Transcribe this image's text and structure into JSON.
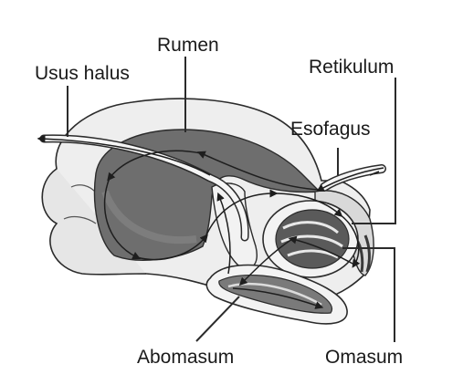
{
  "labels": {
    "rumen": "Rumen",
    "usus_halus": "Usus halus",
    "retikulum": "Retikulum",
    "esofagus": "Esofagus",
    "abomasum": "Abomasum",
    "omasum": "Omasum"
  },
  "colors": {
    "outline": "#2b2b2b",
    "outer_wall": "#eeeeee",
    "rumen_cavity": "#6e6e6e",
    "rumen_floor": "#8a8a8a",
    "omasum_fill": "#5a5a5a",
    "abomasum_fill": "#7a7a7a",
    "tube_fill": "#f5f5f5"
  }
}
